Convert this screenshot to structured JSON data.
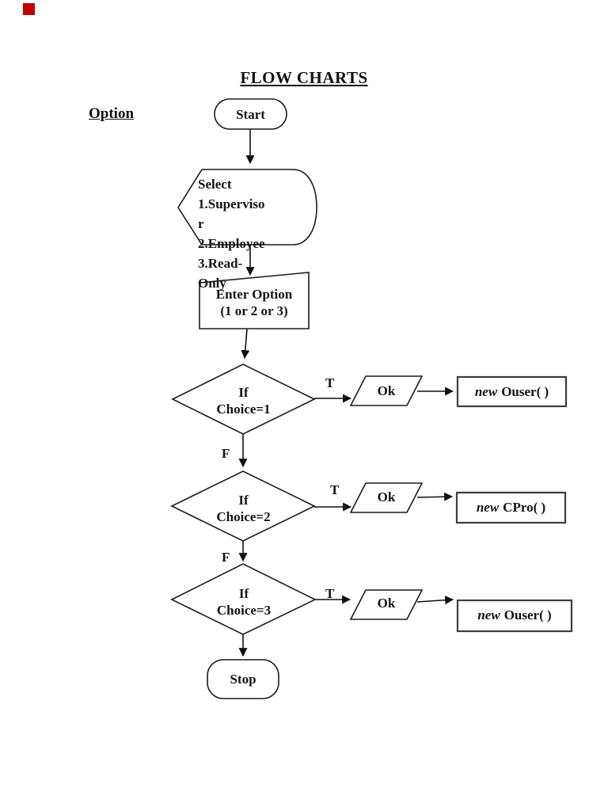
{
  "page": {
    "title": "FLOW CHARTS",
    "section_label": "Option",
    "marker_color": "#c00000"
  },
  "flowchart": {
    "start_label": "Start",
    "select": {
      "line1": "Select",
      "line2": "1.Superviso",
      "line3": "r",
      "line4": "2.Employee",
      "line5": "3.Read-",
      "line6": "Only"
    },
    "manual_input": {
      "line1": "Enter Option",
      "line2": "(1 or 2 or 3)"
    },
    "decision1": {
      "line1": "If",
      "line2": "Choice=1",
      "true_label": "T",
      "false_label": "F",
      "io_label": "Ok",
      "action_keyword": "new",
      "action_call": "Ouser( )"
    },
    "decision2": {
      "line1": "If",
      "line2": "Choice=2",
      "true_label": "T",
      "false_label": "F",
      "io_label": "Ok",
      "action_keyword": "new",
      "action_call": "CPro( )"
    },
    "decision3": {
      "line1": "If",
      "line2": "Choice=3",
      "true_label": "T",
      "io_label": "Ok",
      "action_keyword": "new",
      "action_call": "Ouser( )"
    },
    "stop_label": "Stop"
  },
  "colors": {
    "ink": "#111111",
    "box_border": "#3d3d3d"
  }
}
